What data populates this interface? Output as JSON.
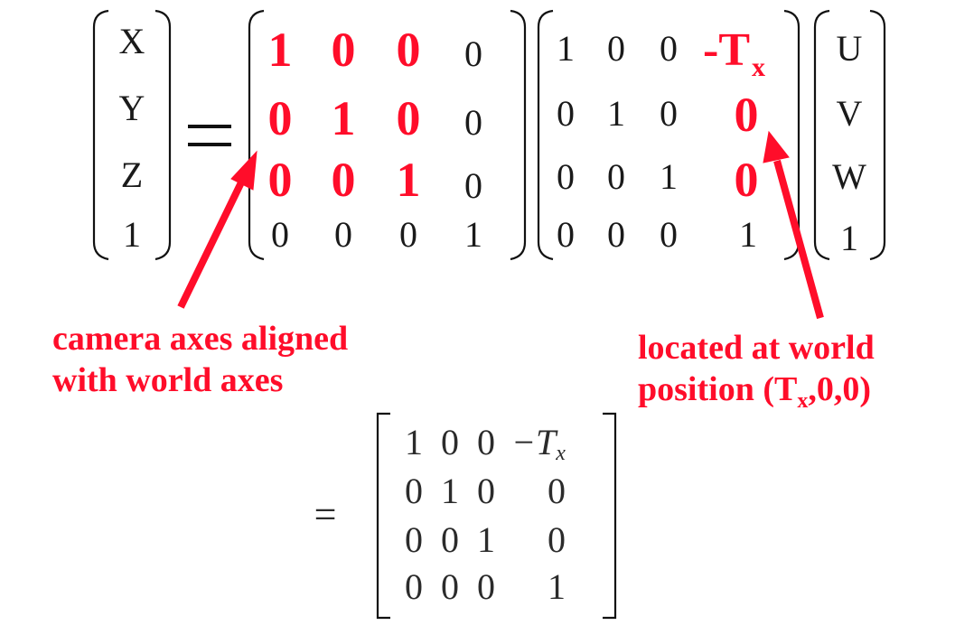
{
  "lhs_vector": [
    "X",
    "Y",
    "Z",
    "1"
  ],
  "equals_sign": "=",
  "rotation_matrix": [
    [
      "1",
      "0",
      "0",
      "0"
    ],
    [
      "0",
      "1",
      "0",
      "0"
    ],
    [
      "0",
      "0",
      "1",
      "0"
    ],
    [
      "0",
      "0",
      "0",
      "1"
    ]
  ],
  "translation_matrix": [
    [
      "1",
      "0",
      "0",
      "-T",
      "x"
    ],
    [
      "0",
      "1",
      "0",
      "0"
    ],
    [
      "0",
      "0",
      "1",
      "0"
    ],
    [
      "0",
      "0",
      "0",
      "1"
    ]
  ],
  "rhs_vector": [
    "U",
    "V",
    "W",
    "1"
  ],
  "annotation_left": {
    "line1": "camera axes aligned",
    "line2": "with world axes"
  },
  "annotation_right": {
    "line1": "located at world",
    "line2_prefix": "position (T",
    "line2_sub": "x",
    "line2_suffix": ",0,0)"
  },
  "result_equals": "=",
  "result_matrix": [
    [
      "1",
      "0",
      "0",
      "−T",
      "x"
    ],
    [
      "0",
      "1",
      "0",
      "0"
    ],
    [
      "0",
      "0",
      "1",
      "0"
    ],
    [
      "0",
      "0",
      "0",
      "1"
    ]
  ],
  "colors": {
    "highlight": "#ff0d2a",
    "text": "#1a1a1a"
  }
}
